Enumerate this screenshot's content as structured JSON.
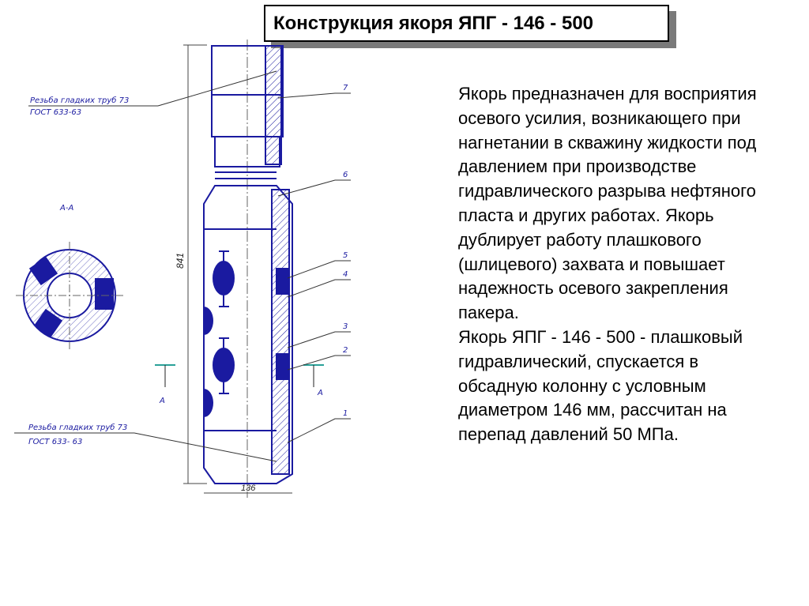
{
  "title": "Конструкция якоря ЯПГ - 146 - 500",
  "paragraph1": "Якорь предназначен для восприятия осевого усилия, возникающего при нагнетании в скважину жидкости под давлением при производстве гидравлического разрыва нефтяного пласта и других работах. Якорь дублирует работу плашкового (шлицевого) захвата и повышает надежность осевого закрепления пакера.",
  "paragraph2": "Якорь ЯПГ - 146 - 500 - плашковый гидравлический, спускается в обсадную колонну с условным диаметром 146 мм, рассчитан на перепад давлений 50 МПа.",
  "drawing": {
    "thread_top_line1": "Резьба гладких труб 73",
    "thread_top_line2": "ГОСТ 633-63",
    "thread_bottom_line1": "Резьба гладких труб 73",
    "thread_bottom_line2": "ГОСТ 633- 63",
    "section_label": "А-А",
    "length_dim": "841",
    "diameter_dim": "136",
    "section_mark": "А",
    "callouts": [
      "7",
      "6",
      "5",
      "4",
      "3",
      "2",
      "1"
    ],
    "line_color": "#1a1aa0"
  }
}
